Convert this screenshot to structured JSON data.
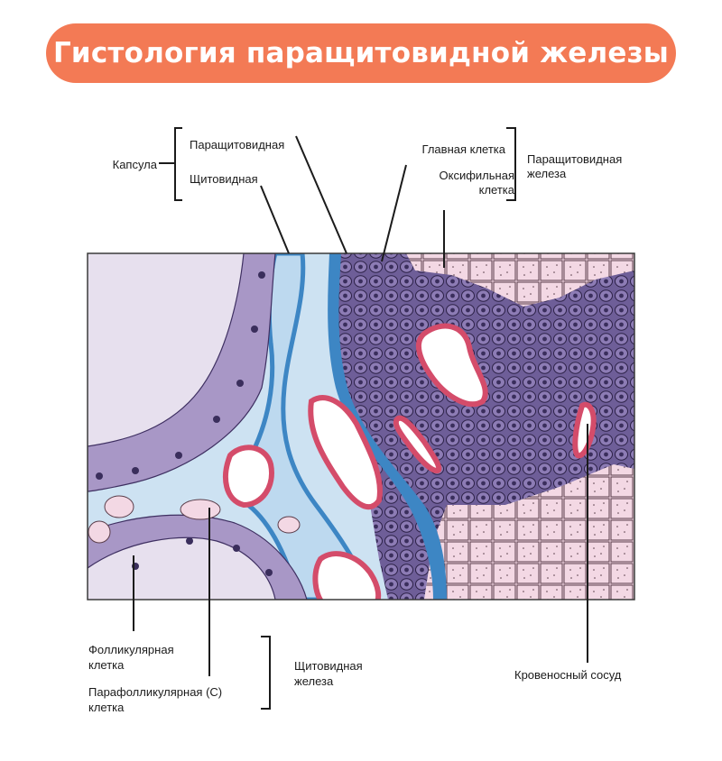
{
  "title": "Гистология паращитовидной железы",
  "labels": {
    "capsule": "Капсула",
    "capsule_parathyroid": "Паращитовидная",
    "capsule_thyroid": "Щитовидная",
    "chief_cell": "Главная клетка",
    "oxyphil_cell_line1": "Оксифильная",
    "oxyphil_cell_line2": "клетка",
    "parathyroid_gland_line1": "Паращитовидная",
    "parathyroid_gland_line2": "железа",
    "follicular_cell_line1": "Фолликулярная",
    "follicular_cell_line2": "клетка",
    "parafollicular_cell_line1": "Парафолликулярная (С)",
    "parafollicular_cell_line2": "клетка",
    "thyroid_gland_line1": "Щитовидная",
    "thyroid_gland_line2": "железа",
    "blood_vessel": "Кровеносный сосуд"
  },
  "colors": {
    "title_bg": "#f37a55",
    "title_text": "#ffffff",
    "colloid": "#e7e0ee",
    "follicular_cells": "#a897c6",
    "capsule_light_blue": "#bdd9ef",
    "capsule_dark_blue": "#3d86c4",
    "chief_cells": "#6e5e98",
    "oxyphil_cells": "#f3d8e4",
    "vessel_wall": "#d44c6a"
  }
}
